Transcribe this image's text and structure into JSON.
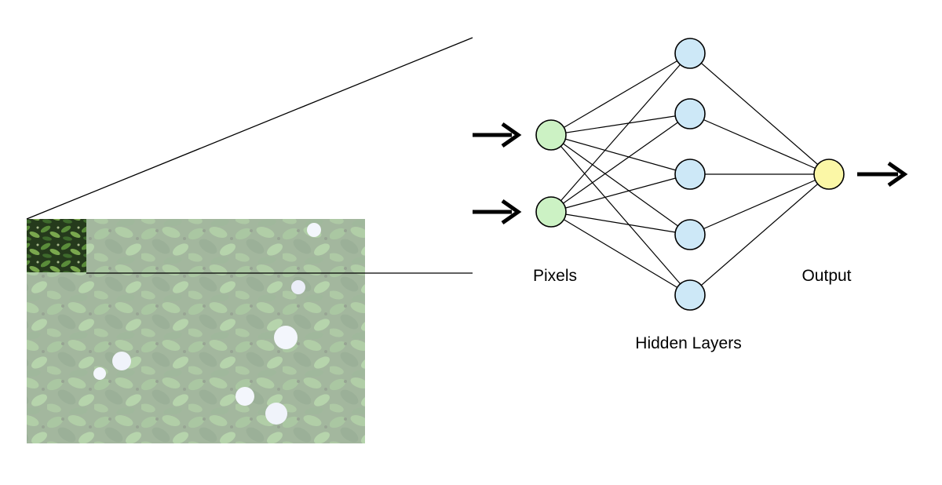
{
  "diagram": {
    "labels": {
      "input_layer": "Pixels",
      "hidden_layer": "Hidden Layers",
      "output_layer": "Output"
    },
    "layers": {
      "input_count": 2,
      "hidden_count": 5,
      "output_count": 1
    },
    "colors": {
      "input_node": "#ccf2c4",
      "hidden_node": "#cde8f7",
      "output_node": "#fbf7a6",
      "stroke": "#000000",
      "photo_overlay": "#ffffff"
    },
    "photo": {
      "subject": "foliage-with-hydrangea-flowers",
      "highlighted_patch": "top-left-pixel-patch"
    }
  }
}
